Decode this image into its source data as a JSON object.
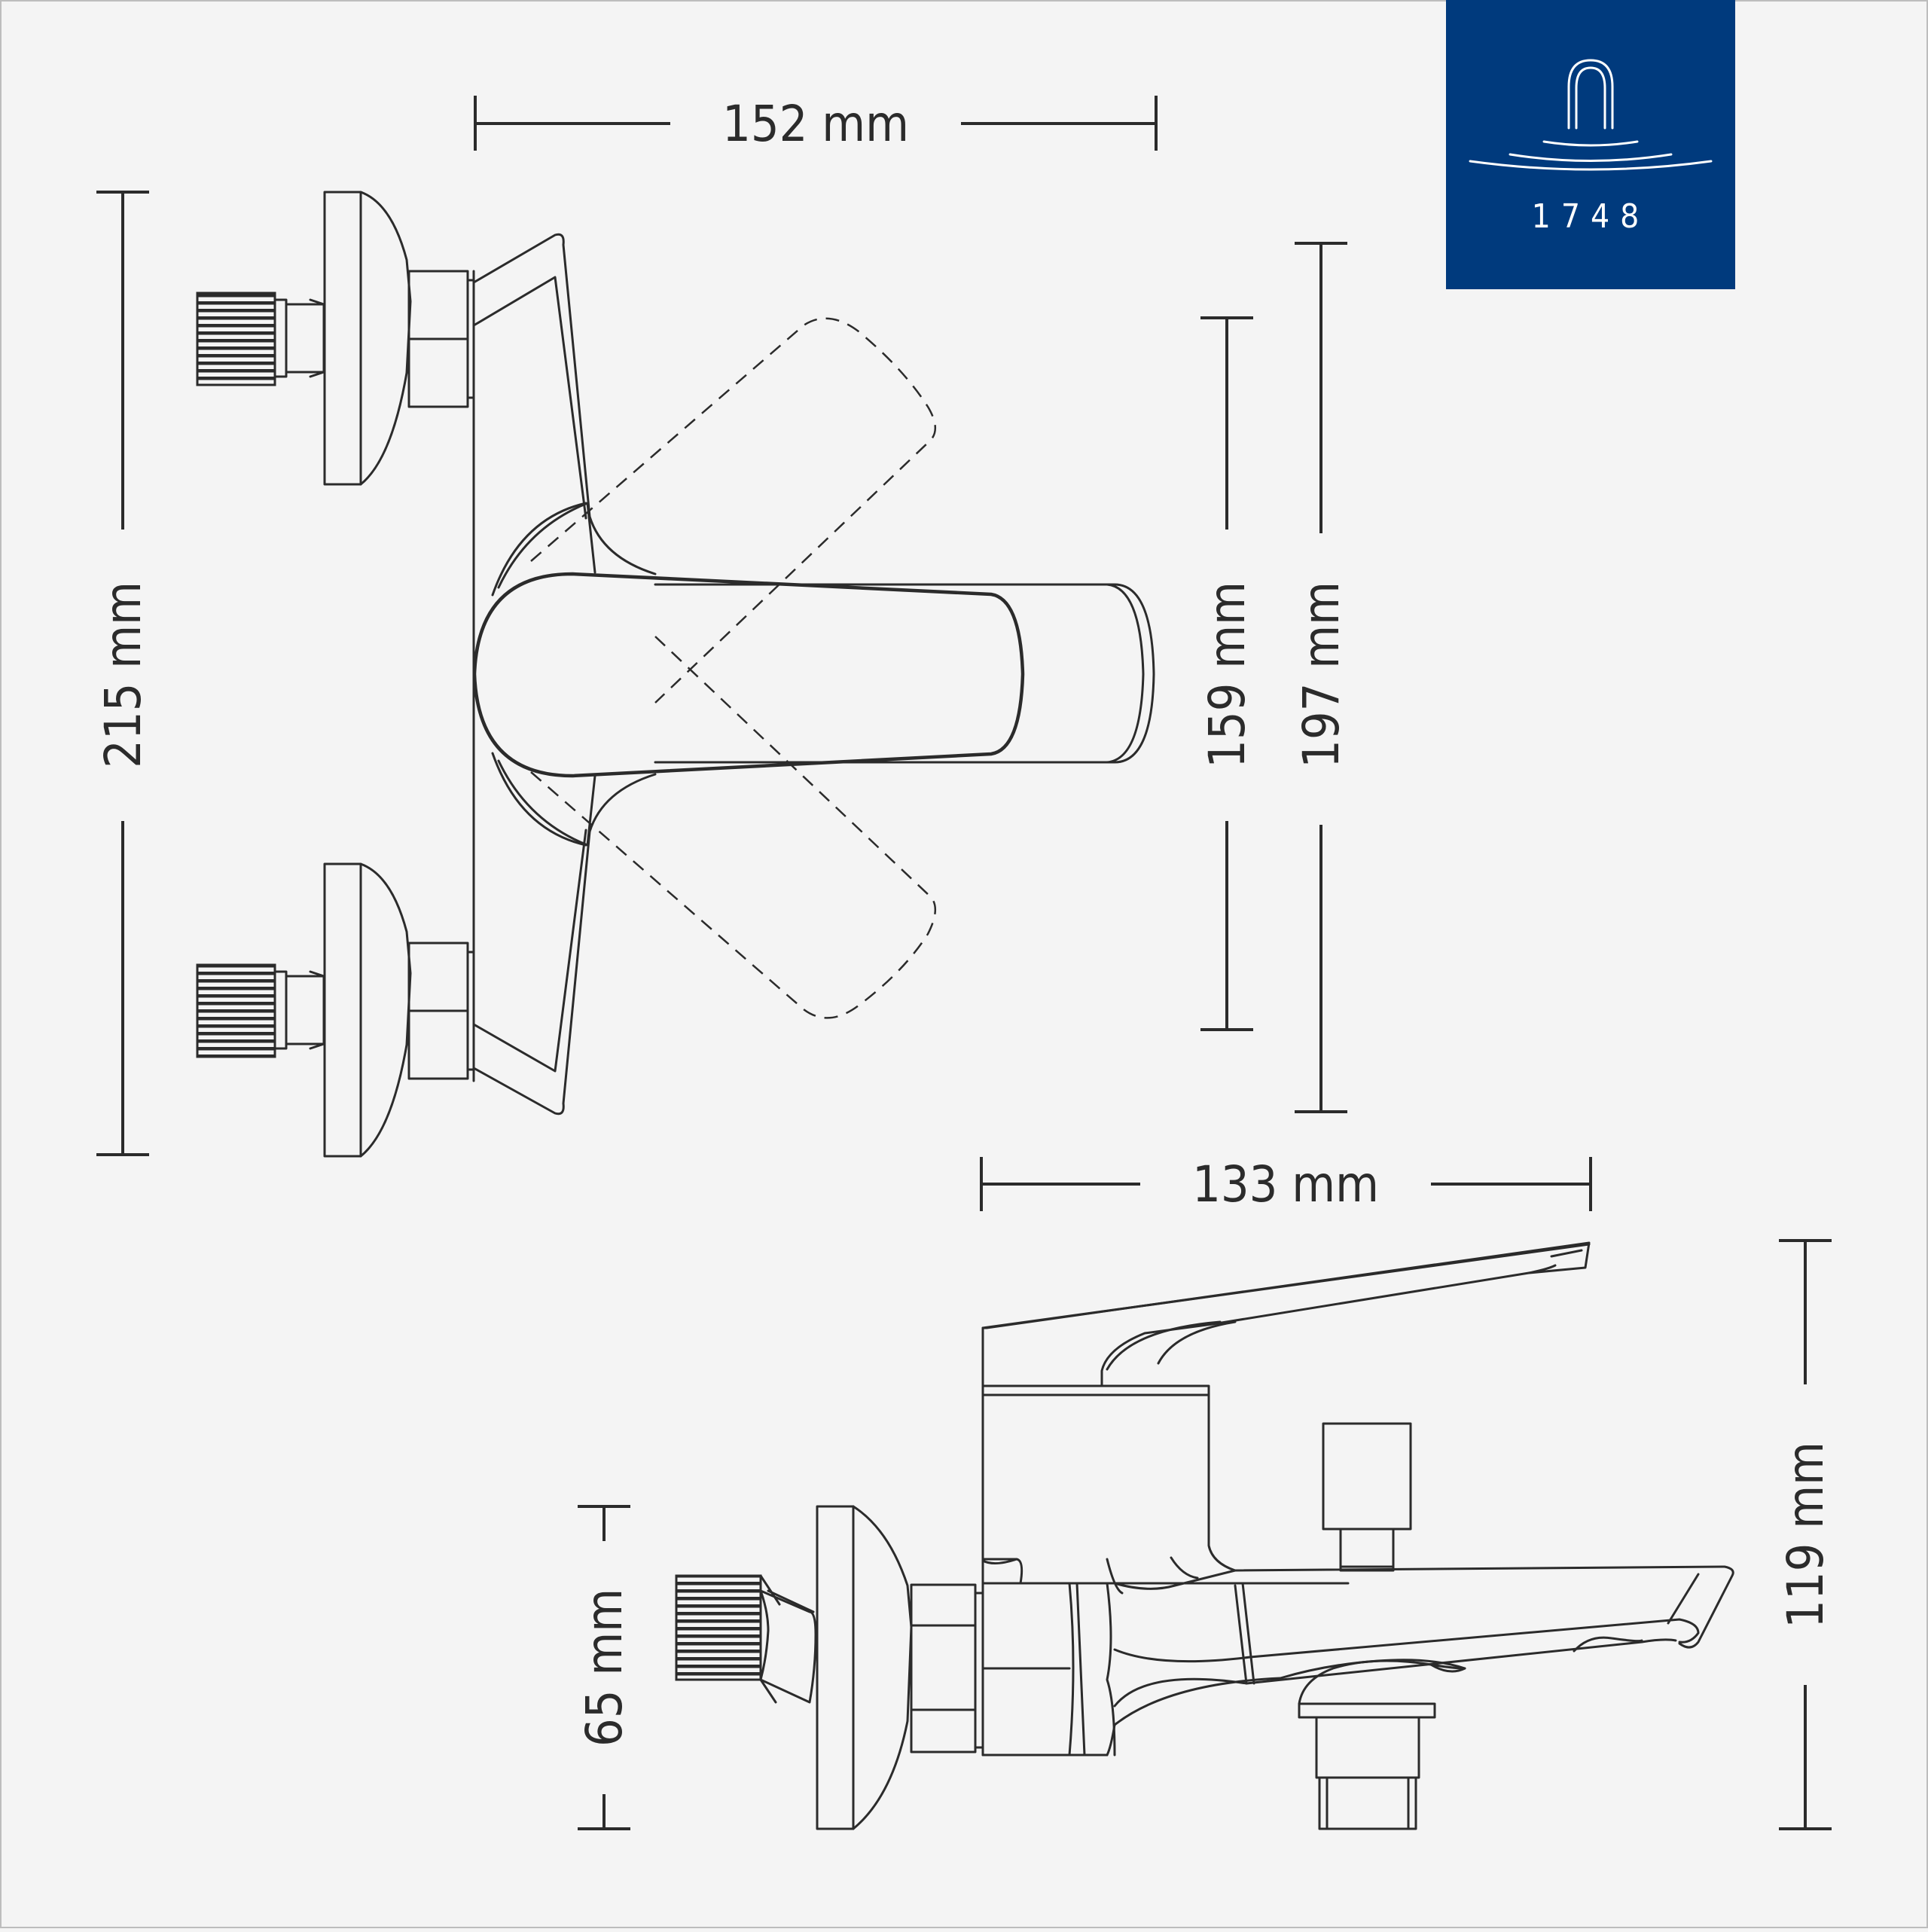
{
  "dimensions": {
    "top_width": "152 mm",
    "left_height": "215 mm",
    "inner_height": "159 mm",
    "outer_height": "197 mm",
    "side_width": "133 mm",
    "side_height": "119 mm",
    "inlet_height": "65 mm"
  },
  "logo": {
    "year": "1748",
    "background": "#003a7d",
    "foreground": "#ffffff"
  },
  "colors": {
    "background": "#f4f4f4",
    "line": "#2b2b2b"
  }
}
